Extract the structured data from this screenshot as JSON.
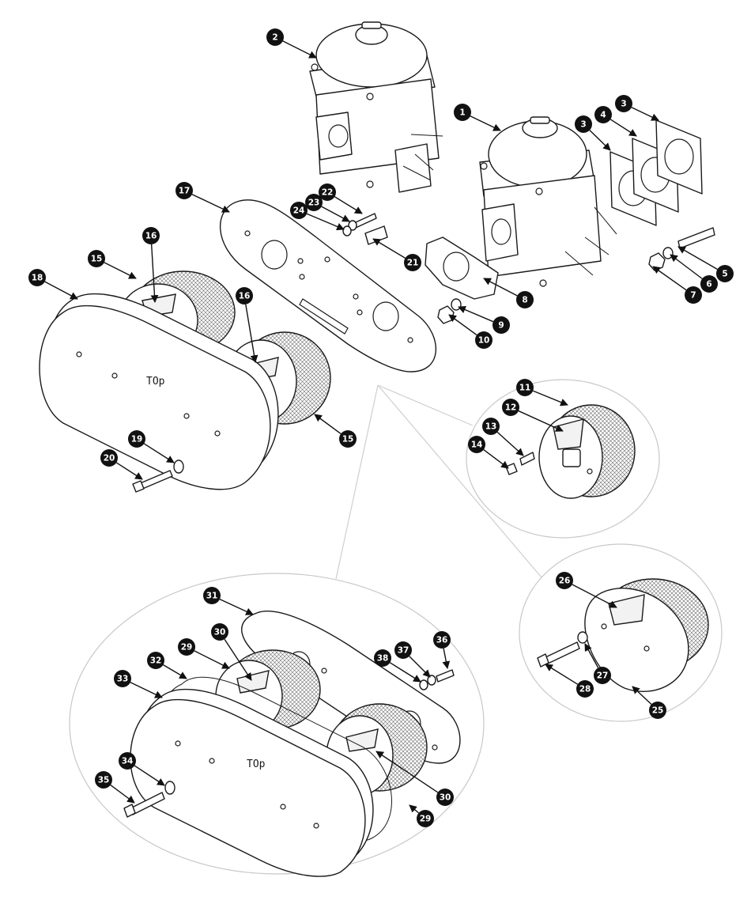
{
  "cover_text": "TOp",
  "callouts": [
    {
      "id": "p1",
      "label": "1"
    },
    {
      "id": "p2",
      "label": "2"
    },
    {
      "id": "p3a",
      "label": "3"
    },
    {
      "id": "p3b",
      "label": "3"
    },
    {
      "id": "p4",
      "label": "4"
    },
    {
      "id": "p5",
      "label": "5"
    },
    {
      "id": "p6",
      "label": "6"
    },
    {
      "id": "p7",
      "label": "7"
    },
    {
      "id": "p8",
      "label": "8"
    },
    {
      "id": "p9",
      "label": "9"
    },
    {
      "id": "p10",
      "label": "10"
    },
    {
      "id": "p11",
      "label": "11"
    },
    {
      "id": "p12",
      "label": "12"
    },
    {
      "id": "p13",
      "label": "13"
    },
    {
      "id": "p14",
      "label": "14"
    },
    {
      "id": "p15a",
      "label": "15"
    },
    {
      "id": "p15b",
      "label": "15"
    },
    {
      "id": "p16a",
      "label": "16"
    },
    {
      "id": "p16b",
      "label": "16"
    },
    {
      "id": "p17",
      "label": "17"
    },
    {
      "id": "p18",
      "label": "18"
    },
    {
      "id": "p19",
      "label": "19"
    },
    {
      "id": "p20",
      "label": "20"
    },
    {
      "id": "p21",
      "label": "21"
    },
    {
      "id": "p22",
      "label": "22"
    },
    {
      "id": "p23",
      "label": "23"
    },
    {
      "id": "p24",
      "label": "24"
    },
    {
      "id": "p25",
      "label": "25"
    },
    {
      "id": "p26",
      "label": "26"
    },
    {
      "id": "p27",
      "label": "27"
    },
    {
      "id": "p28",
      "label": "28"
    },
    {
      "id": "p29a",
      "label": "29"
    },
    {
      "id": "p29b",
      "label": "29"
    },
    {
      "id": "p30a",
      "label": "30"
    },
    {
      "id": "p30b",
      "label": "30"
    },
    {
      "id": "p31",
      "label": "31"
    },
    {
      "id": "p32",
      "label": "32"
    },
    {
      "id": "p33",
      "label": "33"
    },
    {
      "id": "p34",
      "label": "34"
    },
    {
      "id": "p35",
      "label": "35"
    },
    {
      "id": "p36",
      "label": "36"
    },
    {
      "id": "p37",
      "label": "37"
    },
    {
      "id": "p38",
      "label": "38"
    }
  ]
}
